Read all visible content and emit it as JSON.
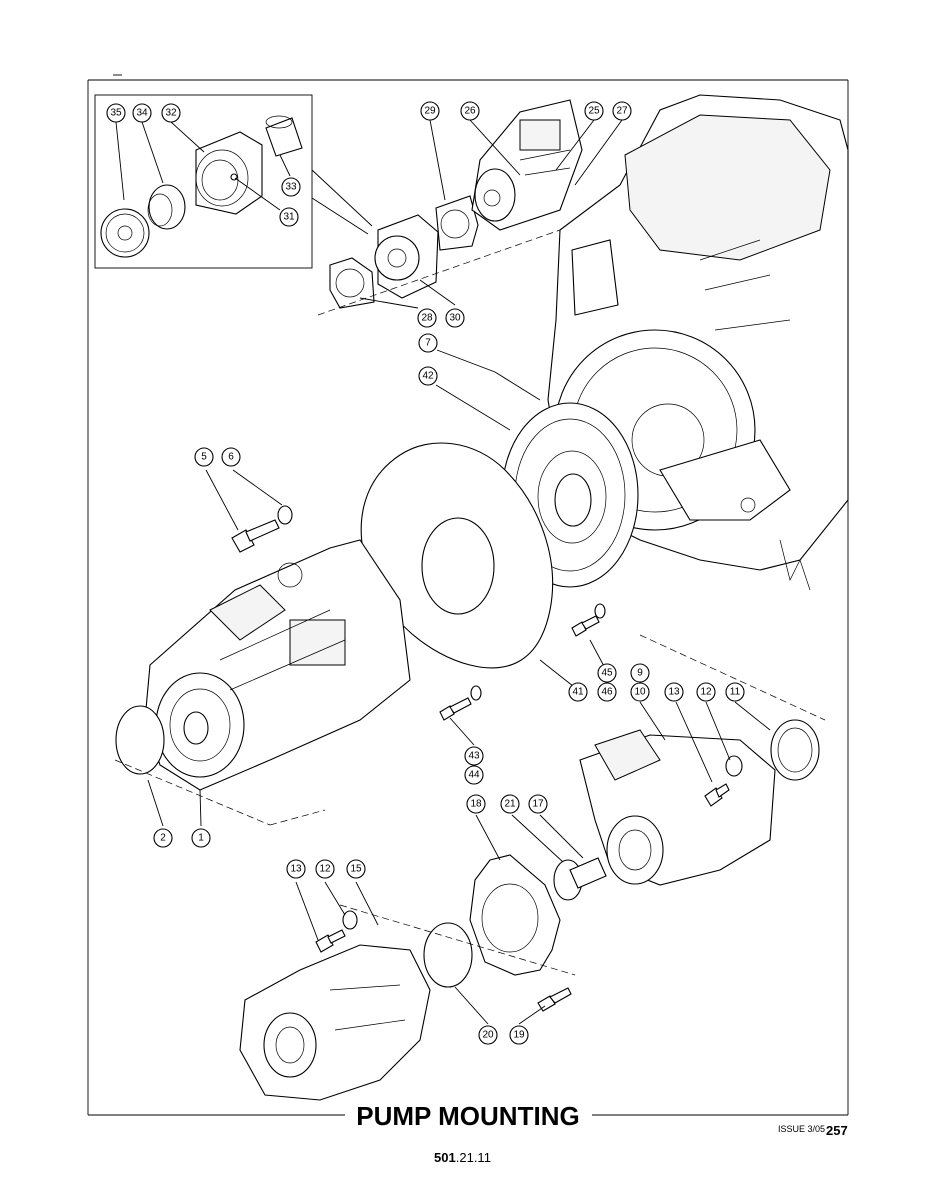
{
  "title": "PUMP MOUNTING",
  "issue": "ISSUE 3/05",
  "page_number": "257",
  "reference": {
    "bold": "501",
    "rest": ".21.11"
  },
  "callouts": [
    "35",
    "34",
    "32",
    "33",
    "31",
    "29",
    "26",
    "25",
    "27",
    "30",
    "28",
    "7",
    "42",
    "5",
    "6",
    "45",
    "46",
    "41",
    "9",
    "10",
    "13",
    "12",
    "11",
    "43",
    "44",
    "2",
    "1",
    "18",
    "21",
    "17",
    "13",
    "12",
    "15",
    "20",
    "19"
  ]
}
